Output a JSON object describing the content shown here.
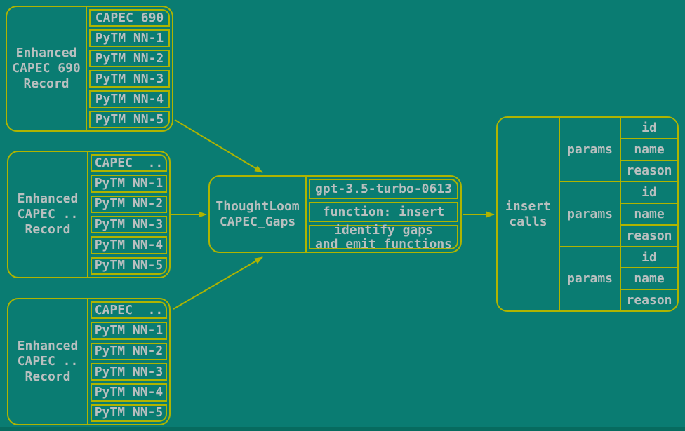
{
  "colors": {
    "background": "#0a7c72",
    "line": "#afb400",
    "text": "#b9bfbf",
    "strip": "#076b5f"
  },
  "record_boxes": [
    {
      "label_lines": [
        "Enhanced",
        "CAPEC 690",
        "Record"
      ],
      "rows": [
        "CAPEC 690",
        "PyTM NN-1",
        "PyTM NN-2",
        "PyTM NN-3",
        "PyTM NN-4",
        "PyTM NN-5"
      ]
    },
    {
      "label_lines": [
        "Enhanced",
        "CAPEC ..",
        "Record"
      ],
      "rows": [
        "CAPEC  ..",
        "PyTM NN-1",
        "PyTM NN-2",
        "PyTM NN-3",
        "PyTM NN-4",
        "PyTM NN-5"
      ]
    },
    {
      "label_lines": [
        "Enhanced",
        "CAPEC ..",
        "Record"
      ],
      "rows": [
        "CAPEC  ..",
        "PyTM NN-1",
        "PyTM NN-2",
        "PyTM NN-3",
        "PyTM NN-4",
        "PyTM NN-5"
      ]
    }
  ],
  "processor": {
    "label_lines": [
      "ThoughtLoom",
      "CAPEC_Gaps"
    ],
    "model": "gpt-3.5-turbo-0613",
    "function_label": "function: insert",
    "description_lines": [
      "identify gaps",
      "and emit functions"
    ]
  },
  "output": {
    "label_lines": [
      "insert",
      "calls"
    ],
    "groups": [
      {
        "label": "params",
        "fields": [
          "id",
          "name",
          "reason"
        ]
      },
      {
        "label": "params",
        "fields": [
          "id",
          "name",
          "reason"
        ]
      },
      {
        "label": "params",
        "fields": [
          "id",
          "name",
          "reason"
        ]
      }
    ]
  }
}
